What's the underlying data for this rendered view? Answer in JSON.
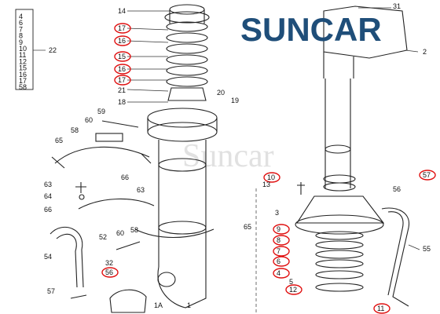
{
  "brand": {
    "logo_text": "SUNCAR",
    "accent": "#1f4e79",
    "callout_color": "#e01010"
  },
  "watermark": {
    "text": "Suncar"
  },
  "legend_box": {
    "numbers": [
      "4",
      "6",
      "7",
      "8",
      "9",
      "10",
      "11",
      "12",
      "15",
      "16",
      "17",
      "58"
    ],
    "group_label": "22"
  },
  "labels": {
    "l14": "14",
    "l17a": "17",
    "l16a": "16",
    "l15": "15",
    "l16b": "16",
    "l17b": "17",
    "l21": "21",
    "l18": "18",
    "l20": "20",
    "l19": "19",
    "l59": "59",
    "l60a": "60",
    "l58a": "58",
    "l65a": "65",
    "l66a": "66",
    "l63a": "63",
    "l64": "64",
    "l66b": "66",
    "l63b": "63",
    "l52": "52",
    "l60b": "60",
    "l58b": "58",
    "l65b": "65",
    "l54": "54",
    "l32": "32",
    "l56a": "56",
    "l57a": "57",
    "l1a": "1A",
    "l1": "1",
    "l31": "31",
    "l2": "2",
    "l10": "10",
    "l13": "13",
    "l56b": "56",
    "l57b": "57",
    "l3": "3",
    "l9": "9",
    "l8": "8",
    "l7": "7",
    "l6": "6",
    "l4": "4",
    "l5": "5",
    "l12": "12",
    "l11": "11",
    "l55": "55"
  }
}
